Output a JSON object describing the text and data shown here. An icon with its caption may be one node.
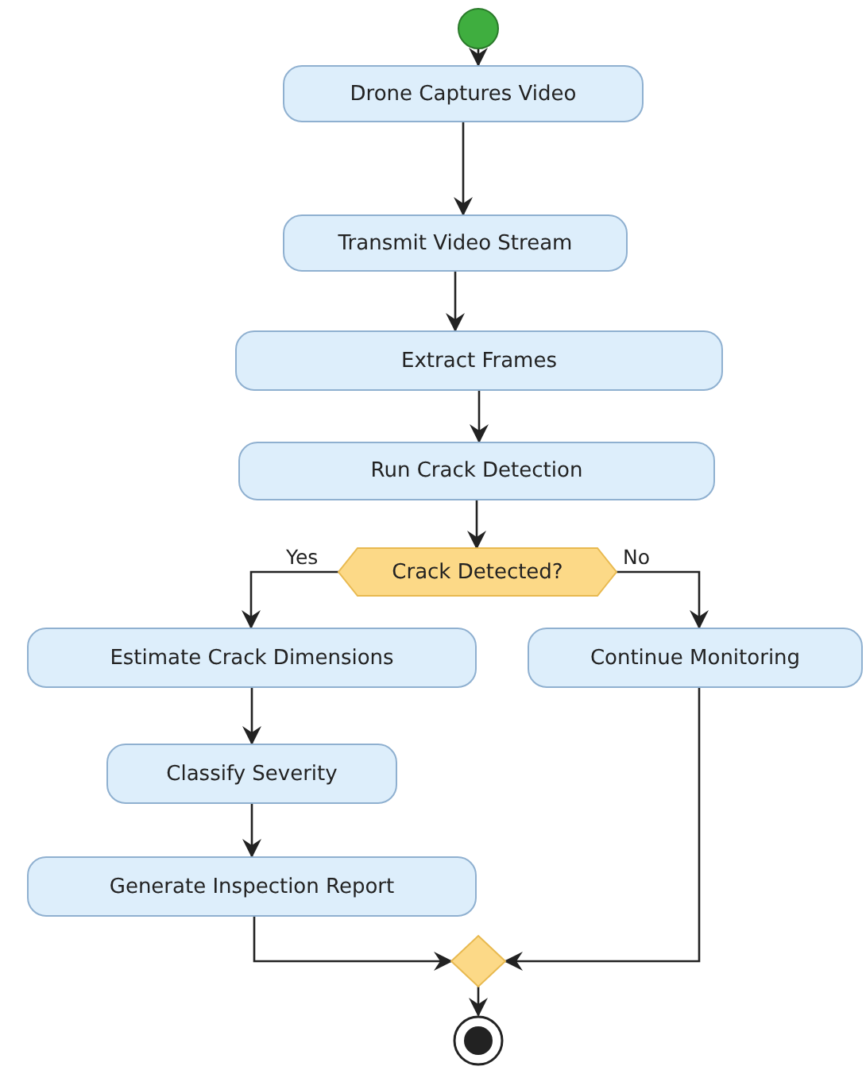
{
  "diagram": {
    "nodes": [
      {
        "text": [],
        "shape": "circle"
      },
      {
        "text": [
          "Drone Captures Video"
        ]
      },
      {
        "text": [
          "Transmit Video Stream"
        ]
      },
      {
        "text": [
          "Extract Frames"
        ]
      },
      {
        "text": [
          "Run Crack Detection"
        ]
      },
      {
        "text": [
          "Crack Detected?"
        ]
      },
      {
        "text": [
          "Estimate Crack Dimensions"
        ]
      },
      {
        "text": [
          "Continue Monitoring"
        ]
      },
      {
        "text": [
          "Classify Severity"
        ]
      },
      {
        "text": [
          "Generate Inspection Report"
        ]
      },
      {
        "text": [],
        "shape": "diamond"
      },
      {
        "text": [],
        "shape": "circle"
      }
    ],
    "edges": [
      {
        "from": 0,
        "to": 1,
        "arrow": "to"
      },
      {
        "from": 1,
        "to": 2,
        "arrow": "to"
      },
      {
        "from": 2,
        "to": 3,
        "arrow": "to"
      },
      {
        "from": 3,
        "to": 4,
        "arrow": "to"
      },
      {
        "from": 4,
        "to": 5,
        "arrow": "to"
      },
      {
        "from": 5,
        "to": 6,
        "arrow": "to",
        "label": "Yes"
      },
      {
        "from": 5,
        "to": 7,
        "arrow": "to",
        "label": "No"
      },
      {
        "from": 6,
        "to": 8,
        "arrow": "to"
      },
      {
        "from": 8,
        "to": 9,
        "arrow": "to"
      },
      {
        "from": 9,
        "to": 10,
        "arrow": "to"
      },
      {
        "from": 7,
        "to": 10,
        "arrow": "to"
      },
      {
        "from": 10,
        "to": 11,
        "arrow": "to"
      }
    ]
  }
}
